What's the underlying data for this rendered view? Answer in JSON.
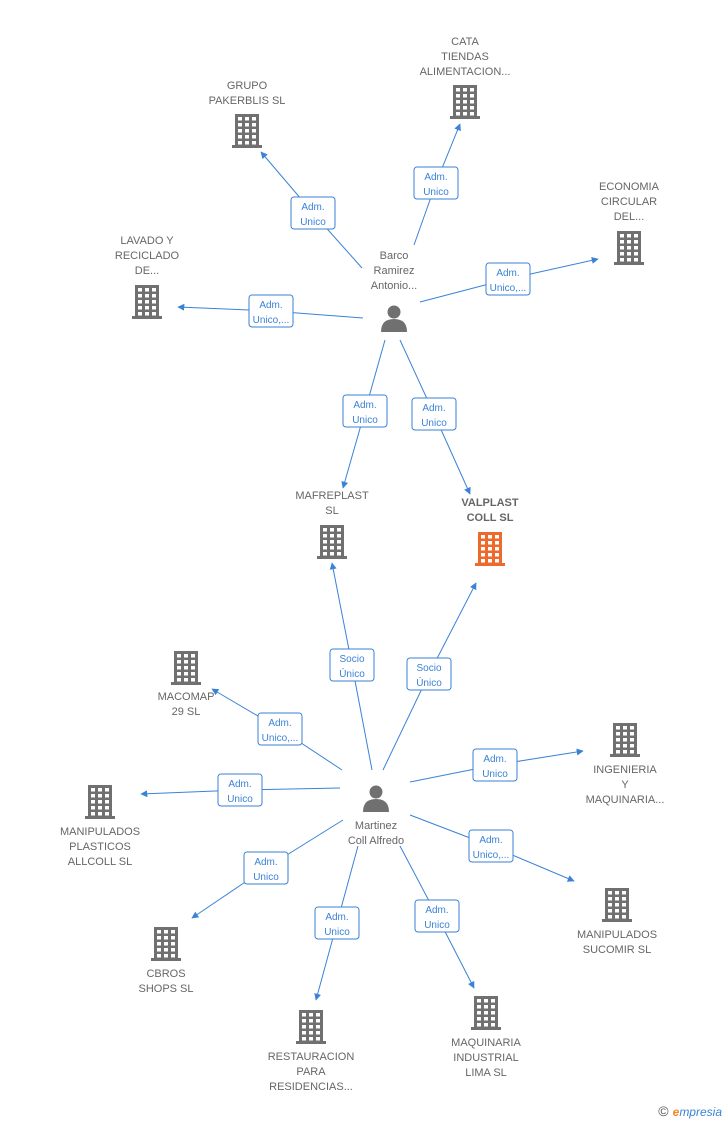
{
  "colors": {
    "edge": "#3b82d6",
    "company": "#707070",
    "company_highlight": "#ee6a2c",
    "person": "#707070"
  },
  "nodes": [
    {
      "id": "barco",
      "kind": "person",
      "label": [
        "Barco",
        "Ramirez",
        "Antonio..."
      ]
    },
    {
      "id": "martinez",
      "kind": "person",
      "label": [
        "Martinez",
        "Coll Alfredo"
      ]
    },
    {
      "id": "cata",
      "kind": "company",
      "label": [
        "CATA",
        "TIENDAS",
        "ALIMENTACION..."
      ]
    },
    {
      "id": "pakerblis",
      "kind": "company",
      "label": [
        "GRUPO",
        "PAKERBLIS SL"
      ]
    },
    {
      "id": "economia",
      "kind": "company",
      "label": [
        "ECONOMIA",
        "CIRCULAR",
        "DEL..."
      ]
    },
    {
      "id": "lavado",
      "kind": "company",
      "label": [
        "LAVADO Y",
        "RECICLADO",
        "DE..."
      ]
    },
    {
      "id": "mafreplast",
      "kind": "company",
      "label": [
        "MAFREPLAST",
        "SL"
      ]
    },
    {
      "id": "valplast",
      "kind": "company",
      "highlight": true,
      "label": [
        "VALPLAST",
        "COLL SL"
      ]
    },
    {
      "id": "macomap",
      "kind": "company",
      "label": [
        "MACOMAP",
        "29 SL"
      ]
    },
    {
      "id": "ingenieria",
      "kind": "company",
      "label": [
        "INGENIERIA",
        "Y",
        "MAQUINARIA..."
      ]
    },
    {
      "id": "manip_allcoll",
      "kind": "company",
      "label": [
        "MANIPULADOS",
        "PLASTICOS",
        "ALLCOLL SL"
      ]
    },
    {
      "id": "manip_sucomir",
      "kind": "company",
      "label": [
        "MANIPULADOS",
        "SUCOMIR SL"
      ]
    },
    {
      "id": "cbros",
      "kind": "company",
      "label": [
        "CBROS",
        "SHOPS SL"
      ]
    },
    {
      "id": "restauracion",
      "kind": "company",
      "label": [
        "RESTAURACION",
        "PARA",
        "RESIDENCIAS..."
      ]
    },
    {
      "id": "maquinaria_lima",
      "kind": "company",
      "label": [
        "MAQUINARIA",
        "INDUSTRIAL",
        "LIMA SL"
      ]
    }
  ],
  "edges": [
    {
      "from": "barco",
      "to": "cata",
      "label": [
        "Adm.",
        "Unico"
      ]
    },
    {
      "from": "barco",
      "to": "pakerblis",
      "label": [
        "Adm.",
        "Unico"
      ]
    },
    {
      "from": "barco",
      "to": "economia",
      "label": [
        "Adm.",
        "Unico,..."
      ]
    },
    {
      "from": "barco",
      "to": "lavado",
      "label": [
        "Adm.",
        "Unico,..."
      ]
    },
    {
      "from": "barco",
      "to": "mafreplast",
      "label": [
        "Adm.",
        "Unico"
      ]
    },
    {
      "from": "barco",
      "to": "valplast",
      "label": [
        "Adm.",
        "Unico"
      ]
    },
    {
      "from": "martinez",
      "to": "mafreplast",
      "label": [
        "Socio",
        "Único"
      ]
    },
    {
      "from": "martinez",
      "to": "valplast",
      "label": [
        "Socio",
        "Único"
      ]
    },
    {
      "from": "martinez",
      "to": "macomap",
      "label": [
        "Adm.",
        "Unico,..."
      ]
    },
    {
      "from": "martinez",
      "to": "ingenieria",
      "label": [
        "Adm.",
        "Unico"
      ]
    },
    {
      "from": "martinez",
      "to": "manip_allcoll",
      "label": [
        "Adm.",
        "Unico"
      ]
    },
    {
      "from": "martinez",
      "to": "manip_sucomir",
      "label": [
        "Adm.",
        "Unico,..."
      ]
    },
    {
      "from": "martinez",
      "to": "cbros",
      "label": [
        "Adm.",
        "Unico"
      ]
    },
    {
      "from": "martinez",
      "to": "restauracion",
      "label": [
        "Adm.",
        "Unico"
      ]
    },
    {
      "from": "martinez",
      "to": "maquinaria_lima",
      "label": [
        "Adm.",
        "Unico"
      ]
    }
  ],
  "watermark": {
    "symbol": "©",
    "brand_first": "e",
    "brand_rest": "mpresia"
  }
}
